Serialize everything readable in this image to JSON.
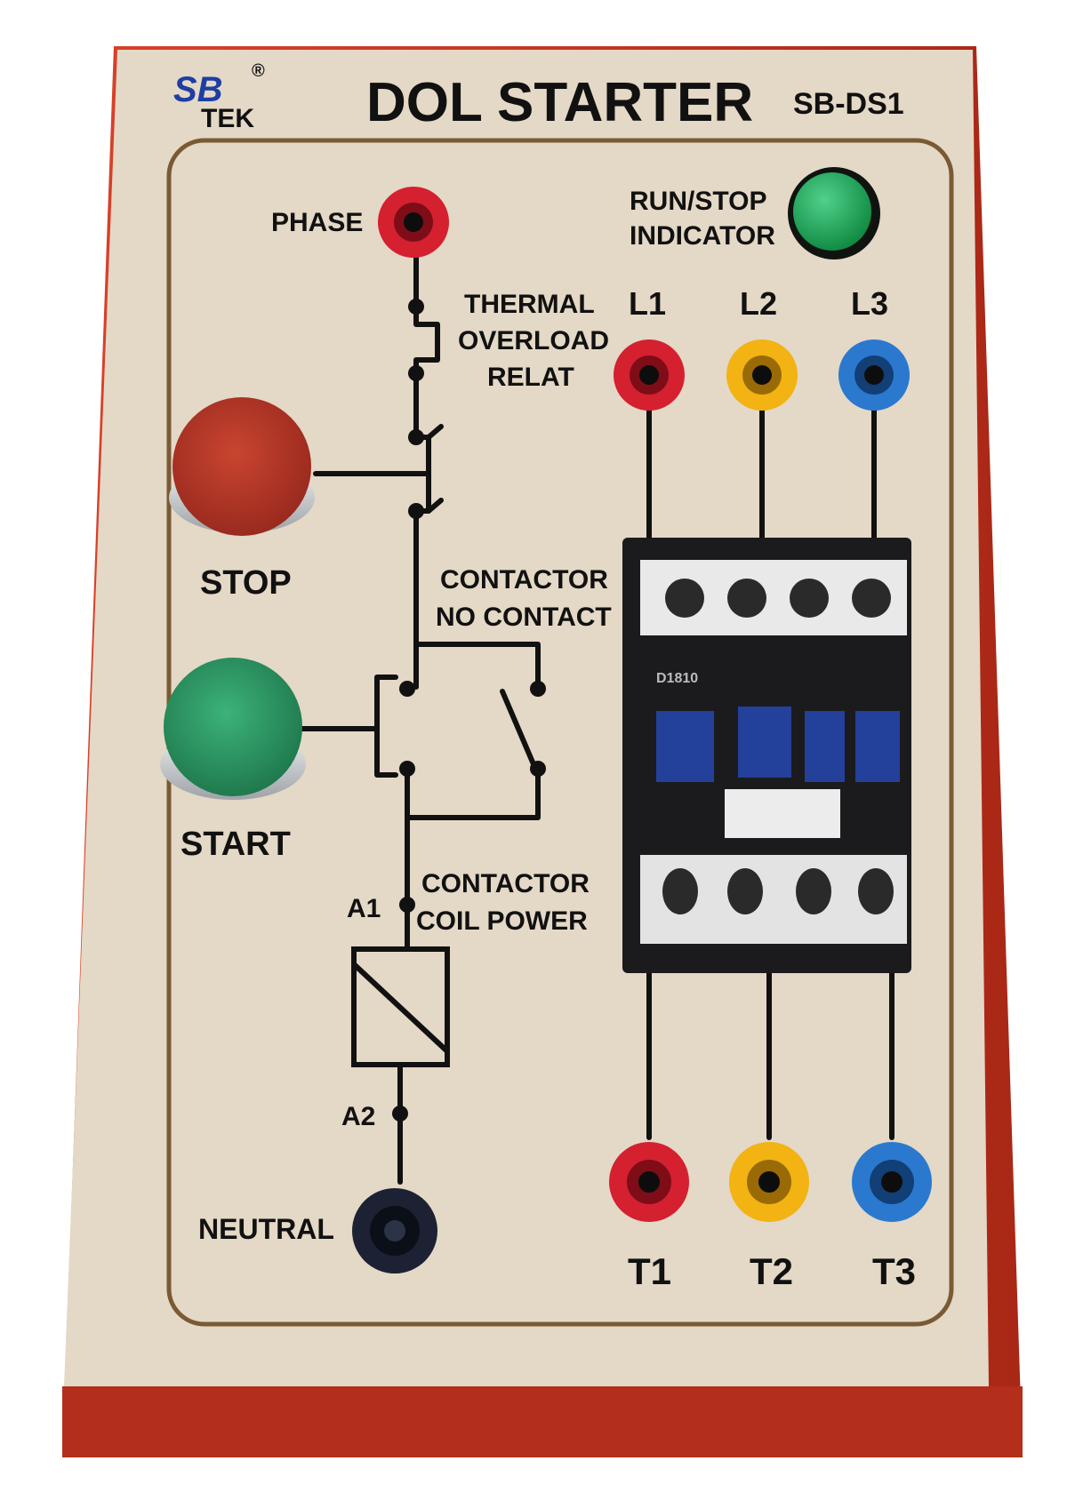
{
  "brand": {
    "logo_top": "SB",
    "logo_bottom": "TEK",
    "registered": "®"
  },
  "title": "DOL STARTER",
  "model": "SB-DS1",
  "labels": {
    "phase": "PHASE",
    "neutral": "NEUTRAL",
    "thermal_line1": "THERMAL",
    "thermal_line2": "OVERLOAD",
    "thermal_line3": "RELAT",
    "run_stop_line1": "RUN/STOP",
    "run_stop_line2": "INDICATOR",
    "stop": "STOP",
    "start": "START",
    "contactor_no_line1": "CONTACTOR",
    "contactor_no_line2": "NO CONTACT",
    "coil_line1": "CONTACTOR",
    "coil_line2": "COIL POWER",
    "a1": "A1",
    "a2": "A2",
    "l1": "L1",
    "l2": "L2",
    "l3": "L3",
    "t1": "T1",
    "t2": "T2",
    "t3": "T3",
    "contactor_model": "D1810"
  },
  "colors": {
    "case_red": "#c4331f",
    "panel_beige": "#e3d6c3",
    "border_brown": "#7a5a34",
    "socket_red": "#d4202f",
    "socket_yellow": "#f2b313",
    "socket_blue": "#2a79cf",
    "socket_black": "#1c2233",
    "stop_button": "#b6372a",
    "start_button": "#2f9b67",
    "indicator_green": "#1fa95c",
    "contactor_white": "#ececec",
    "contactor_black": "#1b1b1d",
    "contactor_blue": "#23409a"
  }
}
